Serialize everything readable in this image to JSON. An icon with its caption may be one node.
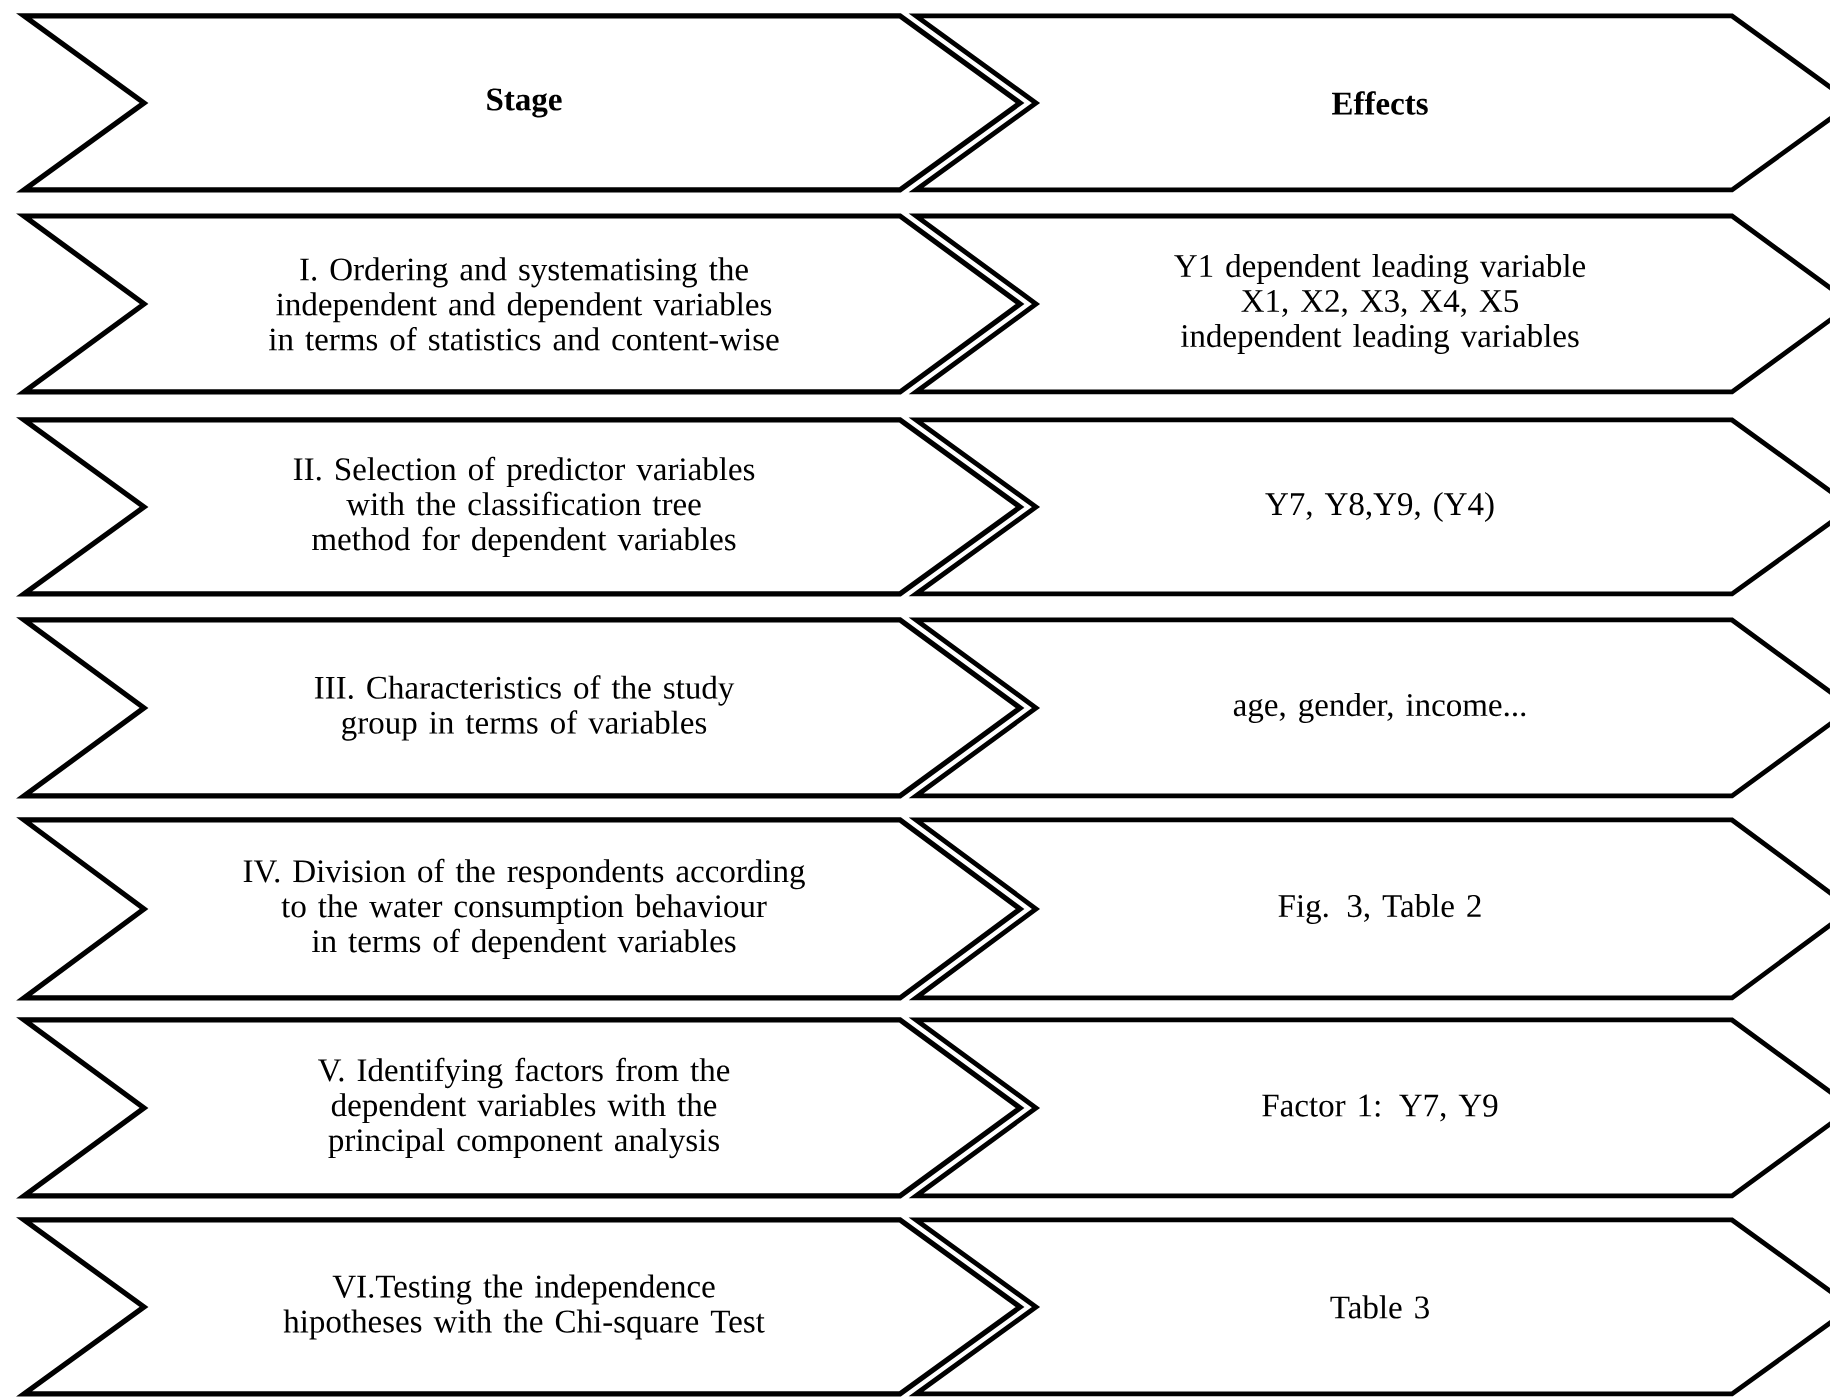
{
  "diagram": {
    "nodes": [
      {
        "text": [
          "Stage"
        ]
      },
      {
        "text": [
          "Effects"
        ]
      },
      {
        "text": [
          "I. Ordering and systematising the independent and dependent variables in terms of statistics and content-wise"
        ]
      },
      {
        "text": [
          "Y1 dependent leading variable",
          "X1, X2, X3, X4, X5 independent leading variables"
        ]
      },
      {
        "text": [
          "II. Selection of predictor variables with the classification tree method for dependent variables"
        ]
      },
      {
        "text": [
          "Y7, Y8,Y9, (Y4)"
        ]
      },
      {
        "text": [
          "III. Characteristics of the study group in terms of variables"
        ]
      },
      {
        "text": [
          "age, gender, income..."
        ]
      },
      {
        "text": [
          "IV. Division of the respondents according to the water consumption behaviour in terms of dependent variables"
        ]
      },
      {
        "text": [
          "Fig. 3, Table 2"
        ]
      },
      {
        "text": [
          "V. Identifying factors from the dependent variables with the principal component analysis"
        ]
      },
      {
        "text": [
          "Factor 1: Y7, Y9"
        ]
      },
      {
        "text": [
          "VI.Testing the independence hipotheses with the Chi-square Test"
        ]
      },
      {
        "text": [
          "Table 3"
        ]
      }
    ]
  }
}
